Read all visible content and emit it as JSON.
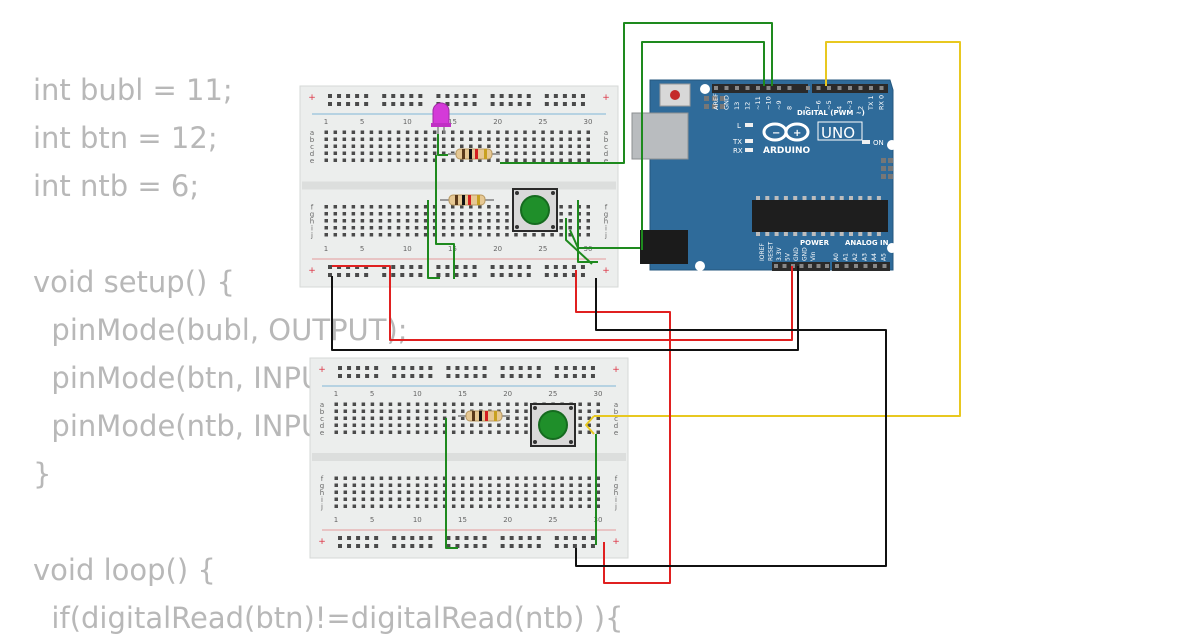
{
  "code_lines": [
    "int bubl = 11;",
    "int btn = 12;",
    "int ntb = 6;",
    "",
    "void setup() {",
    "  pinMode(bubl, OUTPUT);",
    "  pinMode(btn, INPUT);",
    "  pinMode(ntb, INPUT);",
    "}",
    "",
    "void loop() {",
    "  if(digitalRead(btn)!=digitalRead(ntb) ){"
  ],
  "breadboard_column_labels": [
    "1",
    "5",
    "10",
    "15",
    "20",
    "25",
    "30"
  ],
  "breadboard_row_labels_top": [
    "a",
    "b",
    "c",
    "d",
    "e"
  ],
  "breadboard_row_labels_bottom": [
    "f",
    "g",
    "h",
    "i",
    "j"
  ],
  "arduino": {
    "brand": "ARDUINO",
    "model": "UNO",
    "digital_header": "DIGITAL (PWM ~)",
    "power_header": "POWER",
    "analog_header": "ANALOG IN",
    "led_l": "L",
    "led_tx": "TX",
    "led_rx": "RX",
    "led_on": "ON",
    "digital_pins": [
      "AREF",
      "GND",
      "13",
      "12",
      "~11",
      "~10",
      "~9",
      "8",
      "7",
      "~6",
      "~5",
      "4",
      "~3",
      "2",
      "TX 1",
      "RX 0"
    ],
    "power_pins": [
      "IOREF",
      "RESET",
      "3.3V",
      "5V",
      "GND",
      "GND",
      "Vin"
    ],
    "analog_pins": [
      "A0",
      "A1",
      "A2",
      "A3",
      "A4",
      "A5"
    ]
  },
  "colors": {
    "board_blue": "#2f6b9a",
    "wire_green": "#1e8a1e",
    "wire_yellow": "#e8c820",
    "wire_red": "#e02020",
    "wire_black": "#111111",
    "led_magenta": "#d43ad8",
    "button_green": "#1f8f2a",
    "code_gray": "#b8b8b8"
  }
}
